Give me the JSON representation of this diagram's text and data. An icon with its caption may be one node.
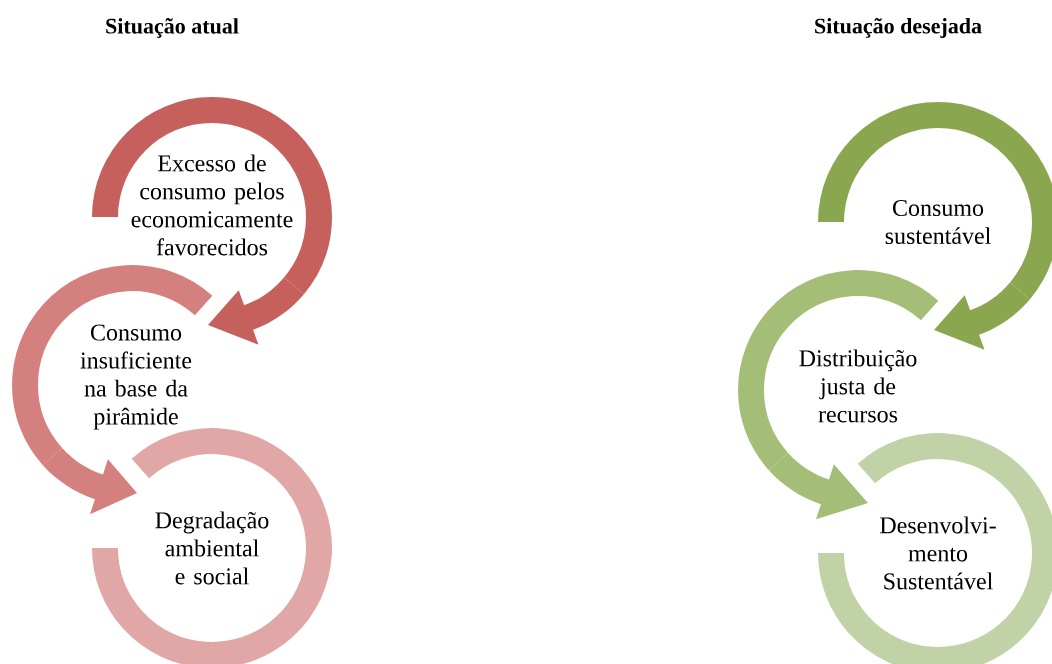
{
  "diagram": {
    "nodes": [
      {
        "text": [
          "Excesso de consumo pelos economicamente favorecidos"
        ]
      },
      {
        "text": [
          "Consumo insuficiente na base da pirâmide"
        ]
      },
      {
        "text": [
          "Degradação ambiental e social"
        ]
      },
      {
        "text": [
          "Consumo sustentável"
        ]
      },
      {
        "text": [
          "Distribuição justa de recursos"
        ]
      },
      {
        "text": [
          "Desenvolvi-mento Sustentável"
        ]
      }
    ],
    "edges": [
      {
        "from": 0,
        "to": 1,
        "arrow": "to",
        "color": "#c5605c"
      },
      {
        "from": 1,
        "to": 2,
        "arrow": "to",
        "color": "#d4807e"
      },
      {
        "from": 3,
        "to": 4,
        "arrow": "to",
        "color": "#8aa64f"
      },
      {
        "from": 4,
        "to": 5,
        "arrow": "to",
        "color": "#a5be77"
      }
    ],
    "labels": [
      "Situação atual",
      "Situação desejada"
    ]
  }
}
